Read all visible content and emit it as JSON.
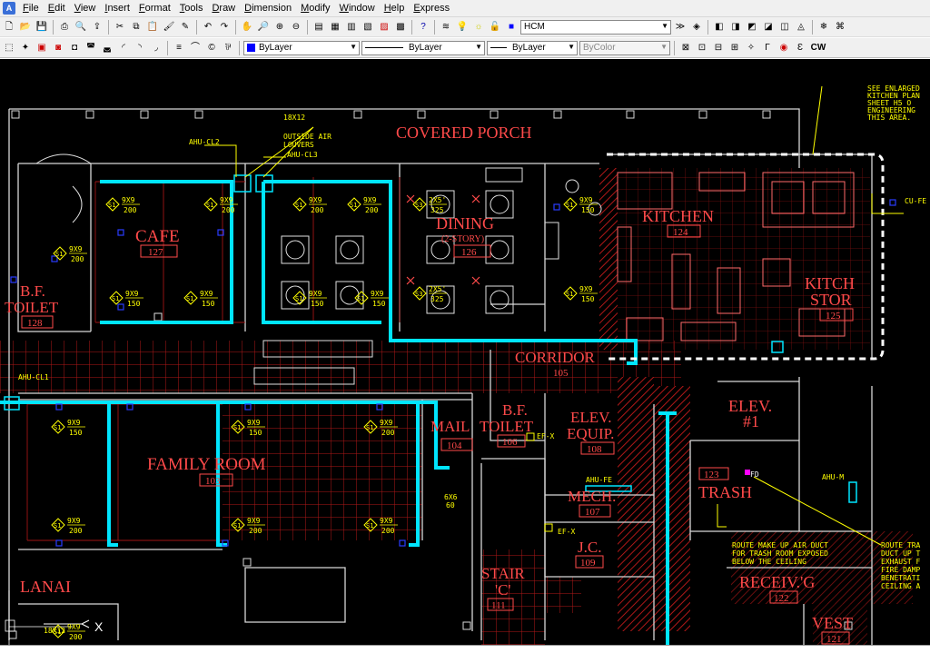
{
  "menu": [
    "File",
    "Edit",
    "View",
    "Insert",
    "Format",
    "Tools",
    "Draw",
    "Dimension",
    "Modify",
    "Window",
    "Help",
    "Express"
  ],
  "toolbar": {
    "layer_name": "HCM",
    "color_control": "ByLayer",
    "linetype_control": "ByLayer",
    "lineweight_control": "ByLayer",
    "plotstyle_control": "ByColor",
    "cw_label": "CW"
  },
  "colors": {
    "room_text": "#ff4a4a",
    "duct": "#00e5ff",
    "note": "#ffff00",
    "wall": "#ffffff",
    "tile": "#b01818"
  },
  "rooms": {
    "cafe": {
      "name": "CAFE",
      "num": "127"
    },
    "dining": {
      "name": "DINING",
      "sub": "(2-STORY)",
      "num": "126"
    },
    "kitchen": {
      "name": "KITCHEN",
      "num": "124"
    },
    "kitch_stor": {
      "name1": "KITCH",
      "name2": "STOR",
      "num": "125"
    },
    "bf_toilet_128": {
      "name1": "B.F.",
      "name2": "TOILET",
      "num": "128"
    },
    "covered_porch": {
      "name": "COVERED PORCH"
    },
    "corridor": {
      "name": "CORRIDOR",
      "num": "105"
    },
    "elev": {
      "name1": "ELEV.",
      "name2": "#1"
    },
    "bf_toilet_106": {
      "name1": "B.F.",
      "name2": "TOILET",
      "num": "106"
    },
    "mail": {
      "name": "MAIL",
      "num": "104"
    },
    "elev_equip": {
      "name1": "ELEV.",
      "name2": "EQUIP.",
      "num": "108"
    },
    "family_room": {
      "name": "FAMILY ROOM",
      "num": "103"
    },
    "mech": {
      "name": "MECH.",
      "num": "107"
    },
    "trash": {
      "name": "TRASH",
      "num": "123"
    },
    "jc": {
      "name": "J.C.",
      "num": "109"
    },
    "stair": {
      "name1": "STAIR",
      "name2": "'C'",
      "num": "111"
    },
    "receiv": {
      "name": "RECEIV.'G",
      "num": "122"
    },
    "lanai": {
      "name": "LANAI"
    },
    "vest": {
      "name": "VEST",
      "num": "121"
    }
  },
  "notes": {
    "duct_size": "18X12",
    "outside_air": "OUTSIDE AIR",
    "louvers": "LOUVERS",
    "ahu_cl2": "AHU-CL2",
    "ahu_cl3": "AHU-CL3",
    "ahu_cl1": "AHU-CL1",
    "ahu_fe": "AHU-FE",
    "ahu_m": "AHU-M",
    "ef_x1": "EF-X",
    "ef_x2": "EF-X",
    "cu_fe": "CU-FE",
    "fd": "FD",
    "diffuser_6x6": "6X6",
    "diffuser_6x6_cfm": "60",
    "bottom_duct": "18X12",
    "enlarged": [
      "SEE ENLARGED",
      "KITCHEN PLAN",
      "SHEET H5 O",
      "ENGINEERING",
      "THIS AREA."
    ],
    "makeup_air": [
      "ROUTE MAKE UP AIR DUCT",
      "FOR TRASH ROOM EXPOSED",
      "BELOW THE CEILING"
    ],
    "route_trash": [
      "ROUTE TRA",
      "DUCT UP T",
      "EXHAUST F",
      "FIRE DAMP",
      "BENETRATI",
      "CEILING A"
    ]
  },
  "diffusers": [
    {
      "s": "S1",
      "size": "9X9",
      "cfm": "200"
    },
    {
      "s": "S1",
      "size": "9X9",
      "cfm": "200"
    },
    {
      "s": "S1",
      "size": "9X9",
      "cfm": "200"
    },
    {
      "s": "S1",
      "size": "9X9",
      "cfm": "150"
    },
    {
      "s": "S1",
      "size": "9X9",
      "cfm": "150"
    },
    {
      "s": "S1",
      "size": "9X9",
      "cfm": "200"
    },
    {
      "s": "S1",
      "size": "9X9",
      "cfm": "200"
    },
    {
      "s": "S1",
      "size": "9X9",
      "cfm": "150"
    },
    {
      "s": "S1",
      "size": "9X9",
      "cfm": "150"
    },
    {
      "s": "S3",
      "size": "2X5'",
      "cfm": "325"
    },
    {
      "s": "S3",
      "size": "2X5'",
      "cfm": "325"
    },
    {
      "s": "S1",
      "size": "9X9",
      "cfm": "150"
    },
    {
      "s": "S1",
      "size": "9X9",
      "cfm": "150"
    },
    {
      "s": "S1",
      "size": "9X9",
      "cfm": "150"
    },
    {
      "s": "S1",
      "size": "9X9",
      "cfm": "150"
    },
    {
      "s": "S1",
      "size": "9X9",
      "cfm": "200"
    },
    {
      "s": "S1",
      "size": "9X9",
      "cfm": "200"
    },
    {
      "s": "S1",
      "size": "9X9",
      "cfm": "200"
    },
    {
      "s": "S1",
      "size": "9X9",
      "cfm": "200"
    },
    {
      "s": "S1",
      "size": "9X9",
      "cfm": "200"
    }
  ],
  "cursor_label": "X"
}
